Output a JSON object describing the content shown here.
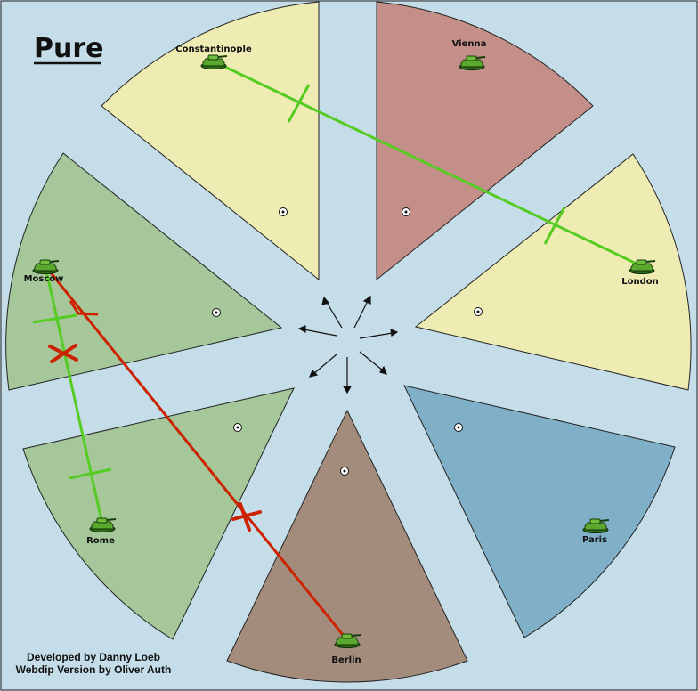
{
  "map": {
    "title": "Pure",
    "credits": {
      "line1": "Developed by Danny Loeb",
      "line2": "Webdip Version by Oliver Auth"
    },
    "colors": {
      "sea": "#c5dde8",
      "england_france_turkey_fill": "#eeebb3",
      "austria": "#c48f88",
      "russia_italy": "#a5c79a",
      "france_paris": "#7fb0c8",
      "germany": "#a38c7c",
      "support_line": "#55cc22",
      "attack_line": "#cc2200"
    },
    "provinces": [
      {
        "name": "Constantinople"
      },
      {
        "name": "Vienna"
      },
      {
        "name": "London"
      },
      {
        "name": "Moscow"
      },
      {
        "name": "Rome"
      },
      {
        "name": "Berlin"
      },
      {
        "name": "Paris"
      }
    ],
    "units": [
      {
        "type": "army",
        "location": "Constantinople"
      },
      {
        "type": "army",
        "location": "Vienna"
      },
      {
        "type": "army",
        "location": "London"
      },
      {
        "type": "army",
        "location": "Moscow"
      },
      {
        "type": "army",
        "location": "Rome"
      },
      {
        "type": "army",
        "location": "Berlin"
      },
      {
        "type": "army",
        "location": "Paris"
      }
    ],
    "orders": [
      {
        "kind": "support",
        "from": "Constantinople",
        "to": "London",
        "status": "ok"
      },
      {
        "kind": "support",
        "from": "Rome",
        "to": "Moscow",
        "status": "failed"
      },
      {
        "kind": "move",
        "from": "Berlin",
        "to": "Moscow",
        "status": "failed"
      }
    ]
  }
}
